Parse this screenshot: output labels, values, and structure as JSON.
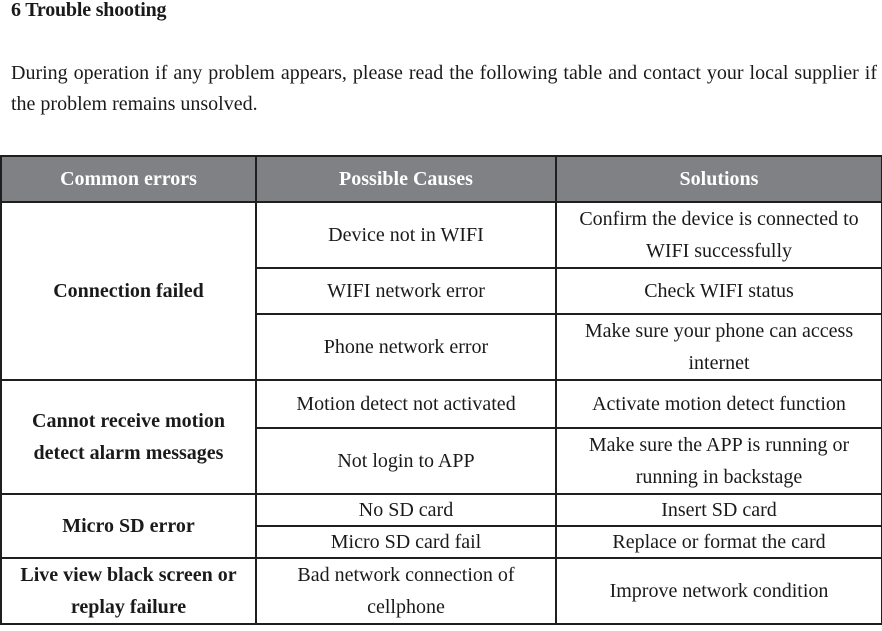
{
  "section": {
    "heading": "6 Trouble shooting",
    "intro": "During operation if any problem appears, please read the following table and contact your local supplier if the problem remains unsolved."
  },
  "table": {
    "headers": [
      "Common errors",
      "Possible Causes",
      "Solutions"
    ],
    "header_bg_color": "#808184",
    "groups": [
      {
        "error": "Connection failed",
        "rows": [
          {
            "cause": "Device not in WIFI",
            "solution": "Confirm the device is connected to WIFI successfully"
          },
          {
            "cause": "WIFI network error",
            "solution": "Check WIFI status"
          },
          {
            "cause": "Phone network error",
            "solution": "Make sure your phone can access internet"
          }
        ]
      },
      {
        "error": "Cannot receive motion detect alarm messages",
        "rows": [
          {
            "cause": "Motion detect not activated",
            "solution": "Activate motion detect function"
          },
          {
            "cause": "Not login to APP",
            "solution": "Make sure the APP is running or running in backstage"
          }
        ]
      },
      {
        "error": "Micro SD error",
        "rows": [
          {
            "cause": "No SD card",
            "solution": "Insert SD card"
          },
          {
            "cause": "Micro SD card fail",
            "solution": "Replace or format the card"
          }
        ]
      },
      {
        "error": "Live view black screen or replay failure",
        "rows": [
          {
            "cause": "Bad network connection of cellphone",
            "solution": "Improve network condition"
          }
        ]
      }
    ]
  }
}
